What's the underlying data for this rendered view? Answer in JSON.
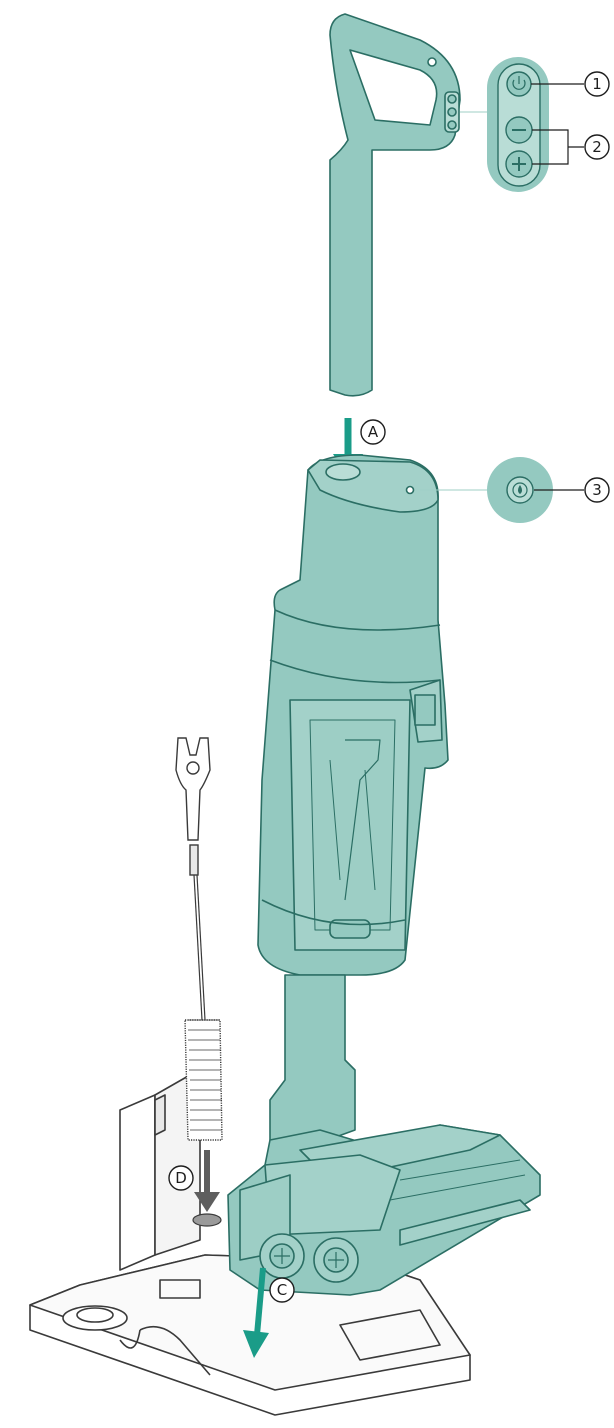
{
  "callouts": {
    "one": "1",
    "two": "2",
    "three": "3"
  },
  "steps": {
    "a": "A",
    "c": "C",
    "d": "D"
  },
  "colors": {
    "body": "#94c9c0",
    "outline": "#2b6e64",
    "accent": "#1a9c88",
    "panel": "#b9ddd6",
    "gray_arrow": "#5e5e5e"
  }
}
